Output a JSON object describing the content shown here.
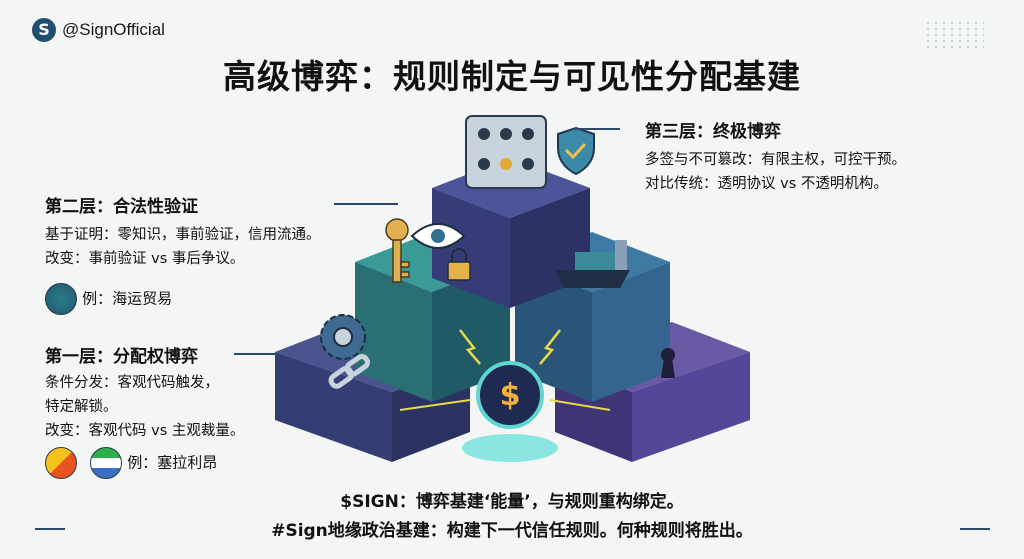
{
  "header": {
    "handle": "@SignOfficial",
    "logo_letter": "S",
    "title": "高级博弈：规则制定与可见性分配基建"
  },
  "layers": {
    "third": {
      "heading": "第三层：终极博弈",
      "lines": [
        "多签与不可篡改：有限主权，可控干预。",
        "对比传统：透明协议 vs 不透明机构。"
      ]
    },
    "second": {
      "heading": "第二层：合法性验证",
      "lines": [
        "基于证明：零知识，事前验证，信用流通。",
        "改变：事前验证 vs 事后争议。"
      ],
      "example": "例：海运贸易"
    },
    "first": {
      "heading": "第一层：分配权博弈",
      "lines": [
        "条件分发：客观代码触发，",
        "特定解锁。",
        "改变：客观代码 vs 主观裁量。"
      ],
      "example": "例：塞拉利昂"
    }
  },
  "coin_symbol": "$",
  "footer": {
    "line1": "$SIGN：博弈基建‘能量’，与规则重构绑定。",
    "line2": "#Sign地缘政治基建：构建下一代信任规则。何种规则将胜出。"
  },
  "colors": {
    "top": "#3d3f7a",
    "teal": "#2c7a7e",
    "blue": "#2f5f86",
    "navy": "#3b4580",
    "purple": "#5a4a93",
    "accent": "#f2b33d"
  }
}
